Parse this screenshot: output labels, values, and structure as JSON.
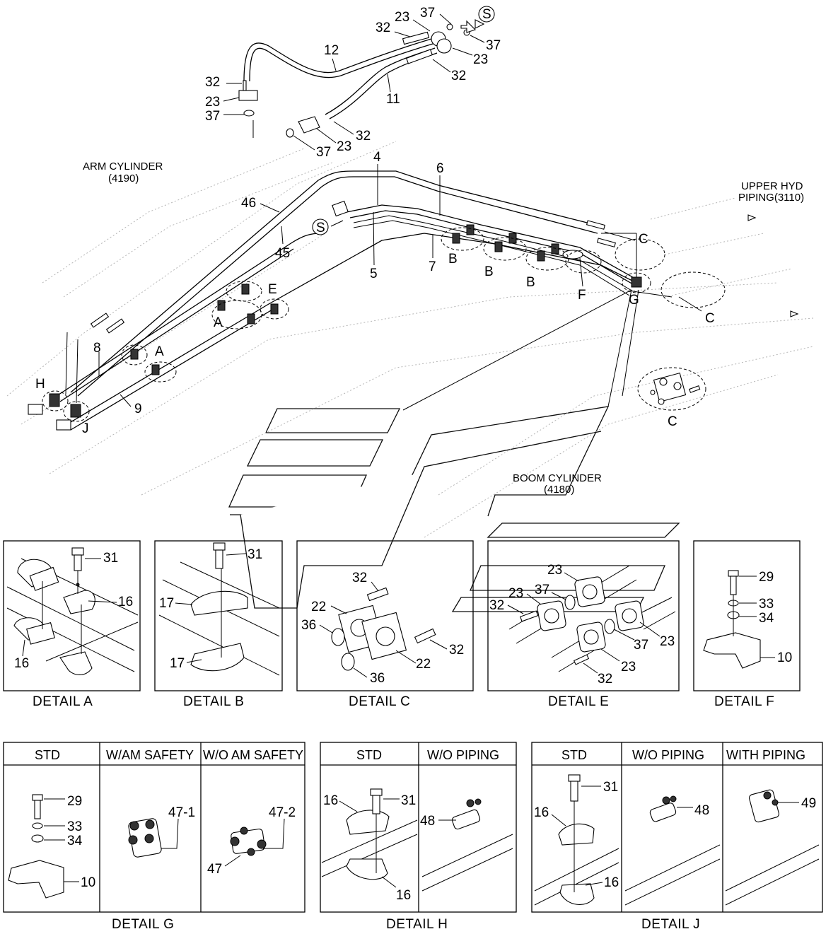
{
  "callouts": {
    "n37a": "37",
    "n23a": "23",
    "n32a": "32",
    "s_top": "S",
    "n37b": "37",
    "n23b": "23",
    "n32b": "32",
    "n12": "12",
    "n11": "11",
    "n32c": "32",
    "n23c": "23",
    "n37c": "37",
    "n32d": "32",
    "n23d": "23",
    "n37d": "37",
    "n4": "4",
    "n6": "6",
    "n46": "46",
    "n45": "45",
    "n5": "5",
    "n7": "7",
    "s_mid": "S",
    "cC1": "C",
    "cC2": "C",
    "cC3": "C",
    "cB1": "B",
    "cB2": "B",
    "cB3": "B",
    "cF": "F",
    "cG": "G",
    "cE": "E",
    "cA1": "A",
    "cA2": "A",
    "n8": "8",
    "n9": "9",
    "cH": "H",
    "cJ": "J"
  },
  "references": {
    "arm_cylinder": "ARM CYLINDER",
    "arm_code": "(4190)",
    "upper_hyd": "UPPER HYD",
    "upper_piping": "PIPING(3110)",
    "boom_cylinder": "BOOM CYLINDER",
    "boom_code": "(4180)"
  },
  "details": {
    "a": {
      "caption": "DETAIL  A",
      "n31": "31",
      "n16a": "16",
      "n16b": "16"
    },
    "b": {
      "caption": "DETAIL  B",
      "n31": "31",
      "n17a": "17",
      "n17b": "17"
    },
    "c": {
      "caption": "DETAIL  C",
      "n32a": "32",
      "n22a": "22",
      "n36a": "36",
      "n32b": "32",
      "n22b": "22",
      "n36b": "36"
    },
    "e": {
      "caption": "DETAIL  E",
      "n23a": "23",
      "n23b": "23",
      "n37a": "37",
      "n32a": "32",
      "n37b": "37",
      "n23c": "23",
      "n23d": "23",
      "n32b": "32"
    },
    "f": {
      "caption": "DETAIL  F",
      "n29": "29",
      "n33": "33",
      "n34": "34",
      "n10": "10"
    },
    "g": {
      "caption": "DETAIL  G",
      "col1": "STD",
      "col2": "W/AM SAFETY",
      "col3": "W/O AM SAFETY",
      "n29": "29",
      "n33": "33",
      "n34": "34",
      "n10": "10",
      "n47_1": "47-1",
      "n47_2": "47-2",
      "n47": "47"
    },
    "h": {
      "caption": "DETAIL  H",
      "col1": "STD",
      "col2": "W/O PIPING",
      "n16a": "16",
      "n31": "31",
      "n16b": "16",
      "n48": "48"
    },
    "j": {
      "caption": "DETAIL  J",
      "col1": "STD",
      "col2": "W/O PIPING",
      "col3": "WITH PIPING",
      "n31": "31",
      "n16a": "16",
      "n16b": "16",
      "n48": "48",
      "n49": "49"
    }
  }
}
